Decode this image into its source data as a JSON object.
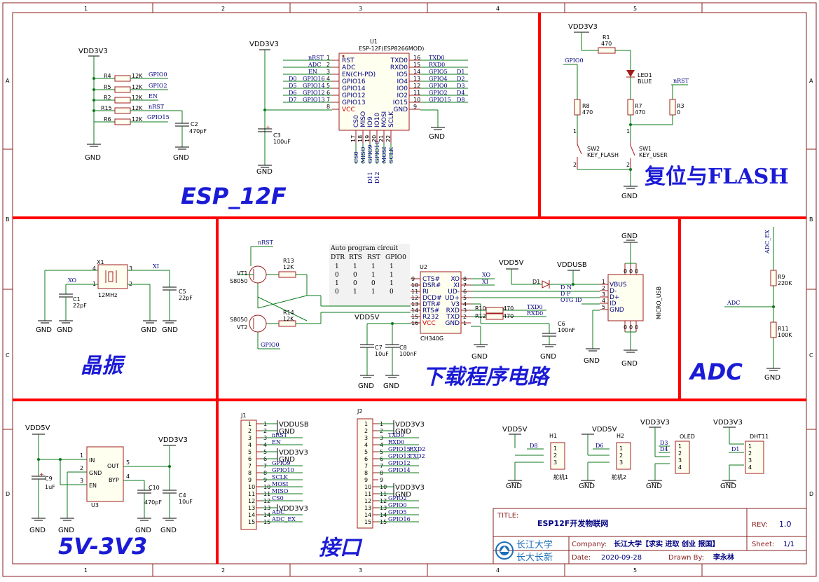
{
  "frame": {
    "col_markers": [
      "1",
      "2",
      "3",
      "4",
      "5"
    ],
    "row_markers": [
      "A",
      "B",
      "C",
      "D"
    ]
  },
  "sections": {
    "esp12f": "ESP_12F",
    "crystal": "晶振",
    "download": "下载程序电路",
    "adc": "ADC",
    "regulator": "5V-3V3",
    "interface": "接口",
    "reset_flash": "复位与FLASH"
  },
  "power_labels": {
    "vdd3v3": "VDD3V3",
    "vdd5v": "VDD5V",
    "vddusb": "VDDUSB",
    "gnd": "GND"
  },
  "pullups": [
    {
      "ref": "R4",
      "value": "12K",
      "net": "GPIO0"
    },
    {
      "ref": "R5",
      "value": "12K",
      "net": "GPIO2"
    },
    {
      "ref": "R2",
      "value": "12K",
      "net": "EN"
    },
    {
      "ref": "R15",
      "value": "12K",
      "net": "nRST"
    },
    {
      "ref": "R6",
      "value": "12K",
      "net": "GPIO15"
    }
  ],
  "c2": {
    "ref": "C2",
    "value": "470pF"
  },
  "c3": {
    "ref": "C3",
    "value": "100uF"
  },
  "u1": {
    "ref": "U1",
    "part": "ESP-12F(ESP8266MOD)",
    "left_pins": [
      {
        "num": "1",
        "name": "RST",
        "net": "nRST",
        "net2": ""
      },
      {
        "num": "2",
        "name": "ADC",
        "net": "ADC",
        "net2": ""
      },
      {
        "num": "3",
        "name": "EN(CH-PD)",
        "net": "EN",
        "net2": ""
      },
      {
        "num": "4",
        "name": "GPIO16",
        "net": "GPIO16",
        "net2": "D0"
      },
      {
        "num": "5",
        "name": "GPIO14",
        "net": "GPIO14",
        "net2": "D5"
      },
      {
        "num": "6",
        "name": "GPIO12",
        "net": "GPIO12",
        "net2": "D6"
      },
      {
        "num": "7",
        "name": "GPIO13",
        "net": "GPIO13",
        "net2": "D7"
      },
      {
        "num": "8",
        "name": "VCC",
        "net": "",
        "net2": ""
      }
    ],
    "right_pins": [
      {
        "num": "16",
        "name": "TXD0",
        "net": "TXD0",
        "net2": ""
      },
      {
        "num": "15",
        "name": "RXD0",
        "net": "RXD0",
        "net2": ""
      },
      {
        "num": "14",
        "name": "IO5",
        "net": "GPIO5",
        "net2": "D1"
      },
      {
        "num": "13",
        "name": "IO4",
        "net": "GPIO4",
        "net2": "D2"
      },
      {
        "num": "12",
        "name": "IO0",
        "net": "GPIO0",
        "net2": "D3"
      },
      {
        "num": "11",
        "name": "IO2",
        "net": "GPIO2",
        "net2": "D4"
      },
      {
        "num": "10",
        "name": "IO15",
        "net": "GPIO15",
        "net2": "D8"
      },
      {
        "num": "9",
        "name": "GND",
        "net": "",
        "net2": ""
      }
    ],
    "bottom_pins": [
      {
        "num": "17",
        "name": "CS0",
        "net": "CS0"
      },
      {
        "num": "18",
        "name": "MISO",
        "net": "MISO"
      },
      {
        "num": "19",
        "name": "IO9",
        "net": "GPIO9"
      },
      {
        "num": "20",
        "name": "IO10",
        "net": "GPIO10"
      },
      {
        "num": "21",
        "name": "MOSI",
        "net": "MOSI"
      },
      {
        "num": "22",
        "name": "SCLK",
        "net": "SCLK"
      }
    ],
    "bottom_net_prefix": [
      "",
      "",
      "D11",
      "D12",
      "",
      ""
    ]
  },
  "reset_flash": {
    "r1": {
      "ref": "R1",
      "value": "470"
    },
    "led1": {
      "ref": "LED1",
      "value": "BLUE"
    },
    "r8": {
      "ref": "R8",
      "value": "470"
    },
    "r7": {
      "ref": "R7",
      "value": "470"
    },
    "r3": {
      "ref": "R3",
      "value": "0"
    },
    "sw2": {
      "ref": "SW2",
      "value": "KEY_FLASH"
    },
    "sw1": {
      "ref": "SW1",
      "value": "KEY_USER"
    },
    "net_gpio0": "GPIO0",
    "net_nrst": "nRST",
    "pin1": "1",
    "pin2": "2"
  },
  "crystal": {
    "ref": "X1",
    "value": "12MHz",
    "pins": [
      "4",
      "3",
      "1",
      "2"
    ],
    "net_xo": "XO",
    "net_xi": "XI",
    "c1": {
      "ref": "C1",
      "value": "22pF"
    },
    "c5": {
      "ref": "C5",
      "value": "22pF"
    }
  },
  "download": {
    "auto_title": "Auto program circuit",
    "auto_headers": [
      "DTR",
      "RTS",
      "RST",
      "GPIO0"
    ],
    "auto_rows": [
      [
        "1",
        "1",
        "1",
        "1"
      ],
      [
        "0",
        "0",
        "1",
        "1"
      ],
      [
        "1",
        "0",
        "0",
        "1"
      ],
      [
        "0",
        "1",
        "1",
        "0"
      ]
    ],
    "vt1": {
      "ref": "VT1",
      "value": "S8050"
    },
    "vt2": {
      "ref": "VT2",
      "value": "S8050"
    },
    "r13": {
      "ref": "R13",
      "value": "12K"
    },
    "r14": {
      "ref": "R14",
      "value": "12K"
    },
    "net_nrst": "nRST",
    "net_gpio0": "GPIO0",
    "u2": {
      "ref": "U2",
      "part": "CH340G",
      "left_pins": [
        {
          "num": "9",
          "name": "CTS#"
        },
        {
          "num": "10",
          "name": "DSR#"
        },
        {
          "num": "11",
          "name": "RI"
        },
        {
          "num": "12",
          "name": "DCD#"
        },
        {
          "num": "13",
          "name": "DTR#"
        },
        {
          "num": "14",
          "name": "RTS#"
        },
        {
          "num": "15",
          "name": "R232"
        },
        {
          "num": "16",
          "name": "VCC"
        }
      ],
      "right_pins": [
        {
          "num": "8",
          "name": "XO"
        },
        {
          "num": "7",
          "name": "XI"
        },
        {
          "num": "6",
          "name": "UD-"
        },
        {
          "num": "5",
          "name": "UD+"
        },
        {
          "num": "4",
          "name": "V3"
        },
        {
          "num": "3",
          "name": "RXD"
        },
        {
          "num": "2",
          "name": "TXD"
        },
        {
          "num": "1",
          "name": "GND"
        }
      ]
    },
    "c7": {
      "ref": "C7",
      "value": "10uF"
    },
    "c8": {
      "ref": "C8",
      "value": "100nF"
    },
    "c6": {
      "ref": "C6",
      "value": "100nF"
    },
    "r10": {
      "ref": "R10",
      "value": "470"
    },
    "r12": {
      "ref": "R12",
      "value": "470"
    },
    "d1": {
      "ref": "D1"
    },
    "nets": {
      "xo": "XO",
      "xi": "XI",
      "txd0": "TXD0",
      "rxd0": "RXD0",
      "dn": "D N",
      "dp": "D P",
      "otg": "OTG ID"
    },
    "usb": {
      "name": "MICRO_USB",
      "pins": [
        {
          "num": "1",
          "name": "VBUS"
        },
        {
          "num": "2",
          "name": "D-"
        },
        {
          "num": "3",
          "name": "D+"
        },
        {
          "num": "4",
          "name": "ID"
        },
        {
          "num": "5",
          "name": "GND"
        }
      ],
      "shield": "0"
    }
  },
  "adc": {
    "net_adc_ex": "ADC_EX",
    "net_adc": "ADC",
    "r9": {
      "ref": "R9",
      "value": "220K"
    },
    "r11": {
      "ref": "R11",
      "value": "100K"
    }
  },
  "regulator": {
    "u3": {
      "ref": "U3",
      "pins": [
        {
          "num": "1",
          "name": "IN"
        },
        {
          "num": "2",
          "name": "GND"
        },
        {
          "num": "3",
          "name": "EN"
        },
        {
          "num": "5",
          "name": "OUT"
        },
        {
          "num": "4",
          "name": "BYP"
        }
      ]
    },
    "c9": {
      "ref": "C9",
      "value": "1uF"
    },
    "c10": {
      "ref": "C10",
      "value": "470pF"
    },
    "c4": {
      "ref": "C4",
      "value": "10uF"
    }
  },
  "headers": {
    "j1": {
      "ref": "J1",
      "pins": [
        "1",
        "2",
        "3",
        "4",
        "5",
        "6",
        "7",
        "8",
        "9",
        "10",
        "11",
        "12",
        "13",
        "14",
        "15"
      ],
      "nets": [
        "VDDUSB",
        "GND",
        "nRST",
        "EN",
        "VDD3V3",
        "GND",
        "GPIO9",
        "GPIO10",
        "SCLK",
        "MOSI",
        "MISO",
        "CS0",
        "VDD3V3",
        "ADC",
        "ADC_EX"
      ]
    },
    "j2": {
      "ref": "J2",
      "pins": [
        "1",
        "2",
        "3",
        "4",
        "5",
        "6",
        "7",
        "8",
        "9",
        "10",
        "11",
        "12",
        "13",
        "14",
        "15"
      ],
      "nets": [
        "VDD3V3",
        "GND",
        "TXD0",
        "RXD0",
        "GPIO15",
        "GPIO13",
        "GPIO12",
        "GPIO14",
        "",
        "VDD3V3",
        "GND",
        "GPIO2",
        "GPIO0",
        "GPIO5",
        "GPIO16"
      ],
      "nets2": [
        "",
        "",
        "",
        "",
        "RXD2",
        "TXD2",
        "",
        "",
        "",
        "",
        "",
        "",
        "",
        "",
        ""
      ]
    },
    "h1": {
      "ref": "H1",
      "label": "舵机1",
      "net": "D8",
      "pins": [
        "1",
        "2",
        "3"
      ]
    },
    "h2": {
      "ref": "H2",
      "label": "舵机2",
      "net": "D6",
      "pins": [
        "1",
        "2",
        "3"
      ]
    },
    "oled": {
      "ref": "OLED",
      "nets": [
        "D3",
        "D4"
      ],
      "pins": [
        "1",
        "2",
        "3",
        "4"
      ]
    },
    "dht11": {
      "ref": "DHT11",
      "net": "D1",
      "pins": [
        "1",
        "2",
        "3",
        "4"
      ]
    }
  },
  "titleblock": {
    "title_label": "TITLE:",
    "title": "ESP12F开发物联网",
    "rev_label": "REV:",
    "rev": "1.0",
    "company_label": "Company:",
    "company": "长江大学【求实 进取 创业 报国】",
    "sheet_label": "Sheet:",
    "sheet": "1/1",
    "date_label": "Date:",
    "date": "2020-09-28",
    "drawn_label": "Drawn By:",
    "drawn": "李永林",
    "logo_line1": "长江大学",
    "logo_line2": "长大长新"
  }
}
